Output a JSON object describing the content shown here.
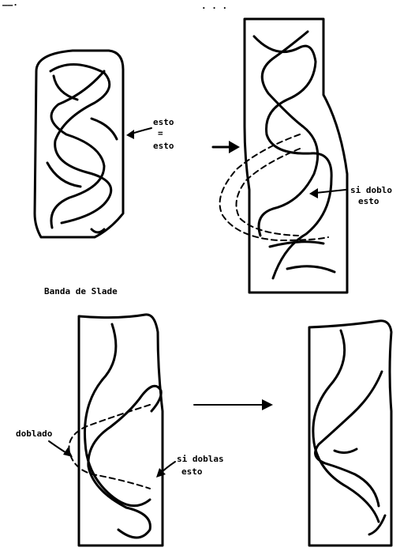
{
  "header": {
    "left_fragment": "——·",
    "center_fragment": "· · ·"
  },
  "fig1": {
    "label_a": "esto",
    "label_b": "=",
    "label_c": "esto",
    "caption": "Banda de Slade"
  },
  "fig2": {
    "label_a": "si doblo",
    "label_b": "esto"
  },
  "fig3": {
    "label_left": "doblado",
    "label_a": "si doblas",
    "label_b": "esto"
  },
  "icons": [
    "arrow-right-icon"
  ]
}
